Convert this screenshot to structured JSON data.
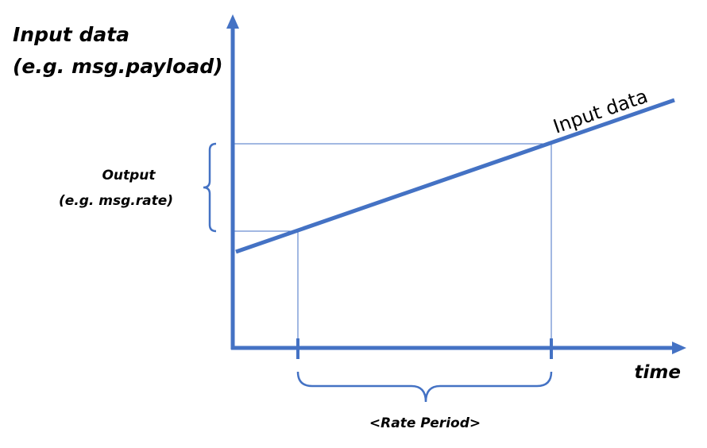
{
  "diagram": {
    "y_axis_title_line1": "Input data",
    "y_axis_title_line2": "(e.g. msg.payload)",
    "x_axis_title": "time",
    "series_label": "Input data",
    "output_label_line1": "Output",
    "output_label_line2": "(e.g. msg.rate)",
    "period_label": "<Rate Period>",
    "colors": {
      "axis": "#4472C4",
      "series": "#4472C4",
      "guide": "#4472C4",
      "brace": "#4472C4",
      "text": "#000000"
    }
  }
}
